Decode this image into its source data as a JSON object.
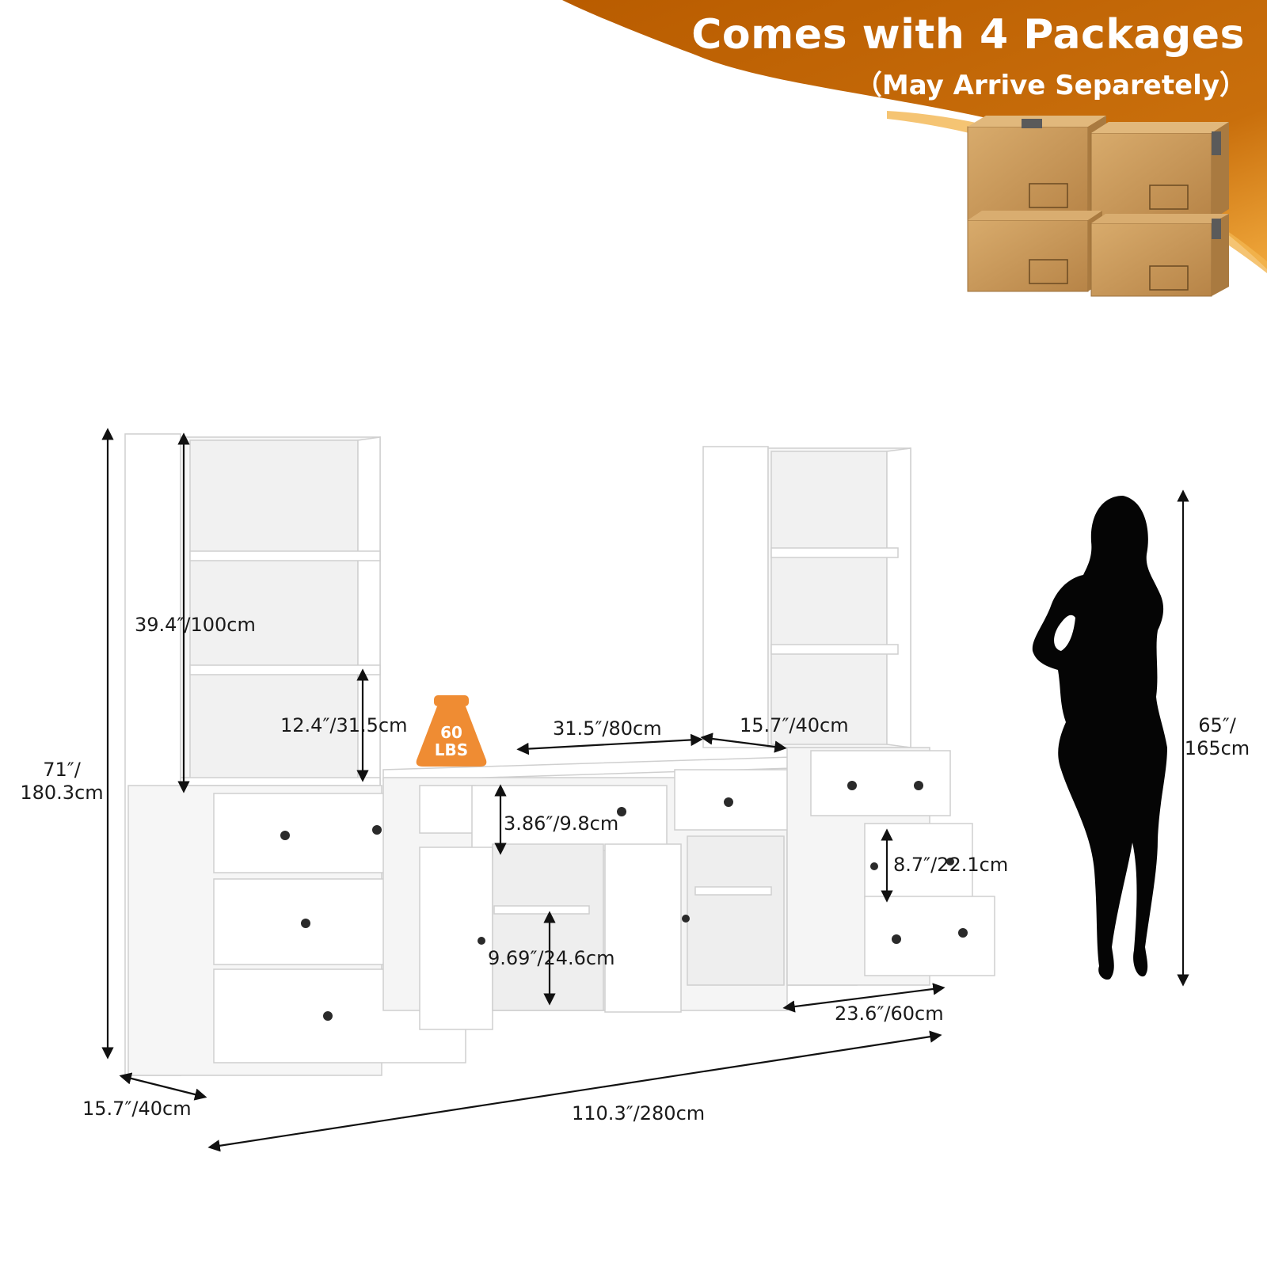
{
  "banner": {
    "title": "Comes with 4 Packages",
    "subtitle": "（May Arrive Separetely）",
    "color_dark": "#b95c00",
    "color_light": "#f0a83c"
  },
  "weight_badge": {
    "value": "60",
    "unit": "LBS",
    "color": "#ef8c33"
  },
  "dimensions": {
    "bookcase_shelf_height": "39.4″/100cm",
    "shelf_spacing": "12.4″/31.5cm",
    "total_height_line1": "71″/",
    "total_height_line2": "180.3cm",
    "center_width": "31.5″/80cm",
    "tower_width": "15.7″/40cm",
    "drawer_height_small": "3.86″/9.8cm",
    "drawer_height_side": "8.7″/22.1cm",
    "cabinet_shelf_height": "9.69″/24.6cm",
    "depth_side": "23.6″/60cm",
    "depth": "15.7″/40cm",
    "total_width": "110.3″/280cm",
    "person_height_line1": "65″/",
    "person_height_line2": "165cm"
  },
  "colors": {
    "furniture": "#ffffff",
    "outline": "#c9c9c9",
    "knob": "#2a2a2a",
    "box": "#c99a5b",
    "silhouette": "#050505"
  }
}
